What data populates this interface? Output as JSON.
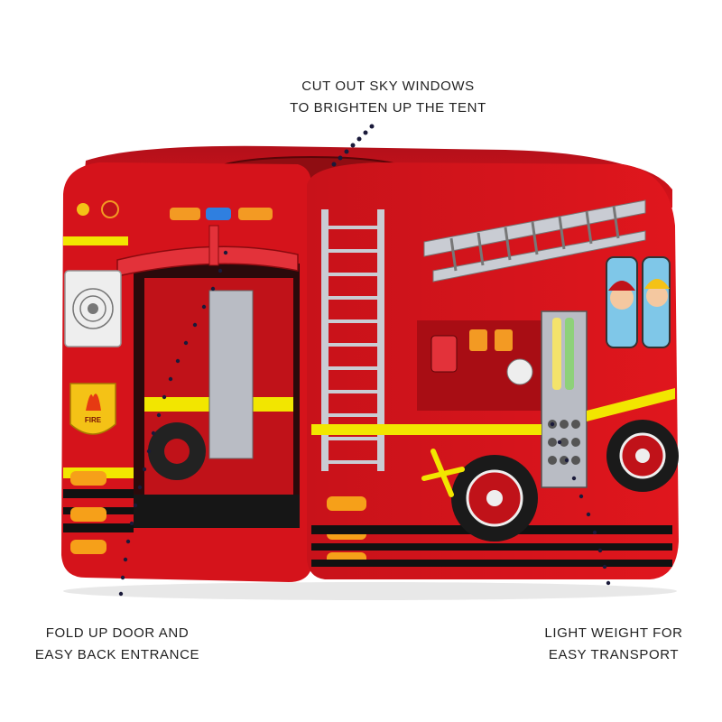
{
  "captions": {
    "top": {
      "line1": "CUT OUT SKY WINDOWS",
      "line2": "TO BRIGHTEN UP THE TENT"
    },
    "left": {
      "line1": "FOLD UP DOOR AND",
      "line2": "EASY BACK ENTRANCE"
    },
    "right": {
      "line1": "LIGHT WEIGHT FOR",
      "line2": "EASY TRANSPORT"
    }
  },
  "badge_text": "FIRE",
  "colors": {
    "tent_red": "#d8131a",
    "tent_dark_red": "#a50d12",
    "stripe_yellow": "#f2e600",
    "stripe_black": "#111111",
    "ladder_grey": "#c9ccd3",
    "dot_navy": "#1a1a3a"
  }
}
